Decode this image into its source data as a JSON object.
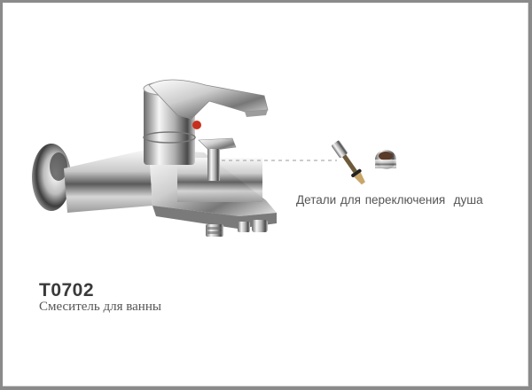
{
  "product": {
    "code": "T0702",
    "description": "Смеситель для ванны",
    "image": "bath-mixer-faucet-chrome"
  },
  "callout": {
    "label": "Детали для переключения  душа",
    "image": "diverter-parts"
  },
  "colors": {
    "frame": "#8a8a8a",
    "background": "#ffffff",
    "code_text": "#3a3a3a",
    "label_text": "#555555",
    "chrome_light": "#f4f4f4",
    "chrome_dark": "#3c3c3c",
    "hot_indicator": "#c8301e"
  }
}
